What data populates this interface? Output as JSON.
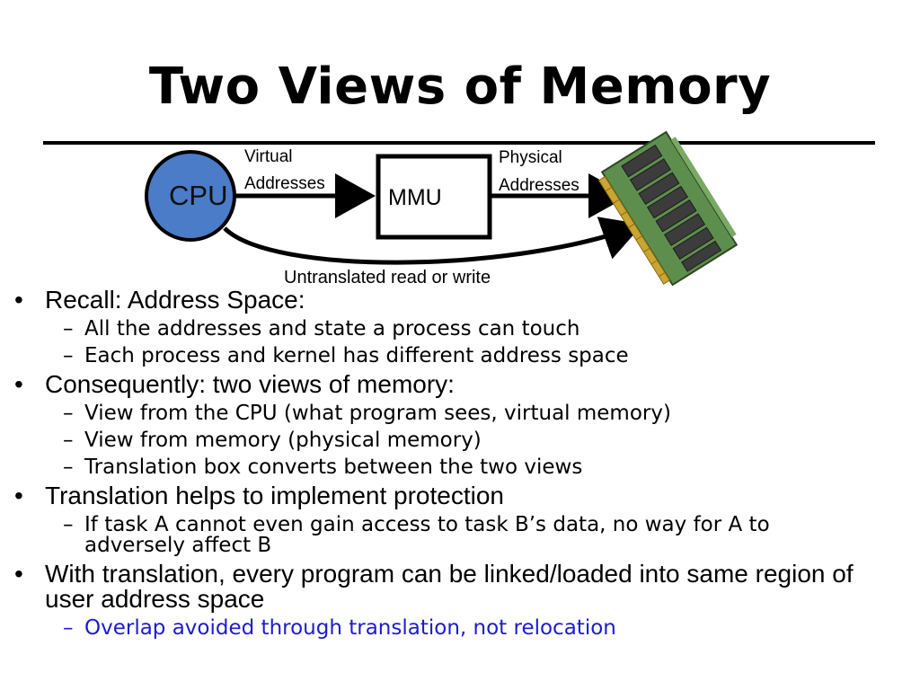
{
  "slide": {
    "title": "Two Views of Memory"
  },
  "diagram": {
    "cpu_label": "CPU",
    "mmu_label": "MMU",
    "virtual_line1": "Virtual",
    "virtual_line2": "Addresses",
    "physical_line1": "Physical",
    "physical_line2": "Addresses",
    "untranslated": "Untranslated read or write",
    "cpu_fill": "#4a7cc7",
    "memory_icon": "ram-module-icon"
  },
  "bullets": [
    {
      "text": "Recall: Address Space:",
      "sub": [
        "All the addresses and state a process can touch",
        "Each process and kernel has different address space"
      ]
    },
    {
      "text": "Consequently: two views of memory:",
      "sub": [
        "View from the CPU (what program sees, virtual memory)",
        "View from memory (physical memory)",
        "Translation box converts between the two views"
      ]
    },
    {
      "text": "Translation helps to implement protection",
      "sub": [
        "If task A cannot even gain access to task B’s data, no way for A to adversely affect B"
      ]
    },
    {
      "text": "With translation, every program can be linked/loaded into same region of user address space",
      "sub": [
        "Overlap avoided through translation, not relocation"
      ]
    }
  ],
  "colors": {
    "highlight_sub": "#1c1ccc"
  }
}
